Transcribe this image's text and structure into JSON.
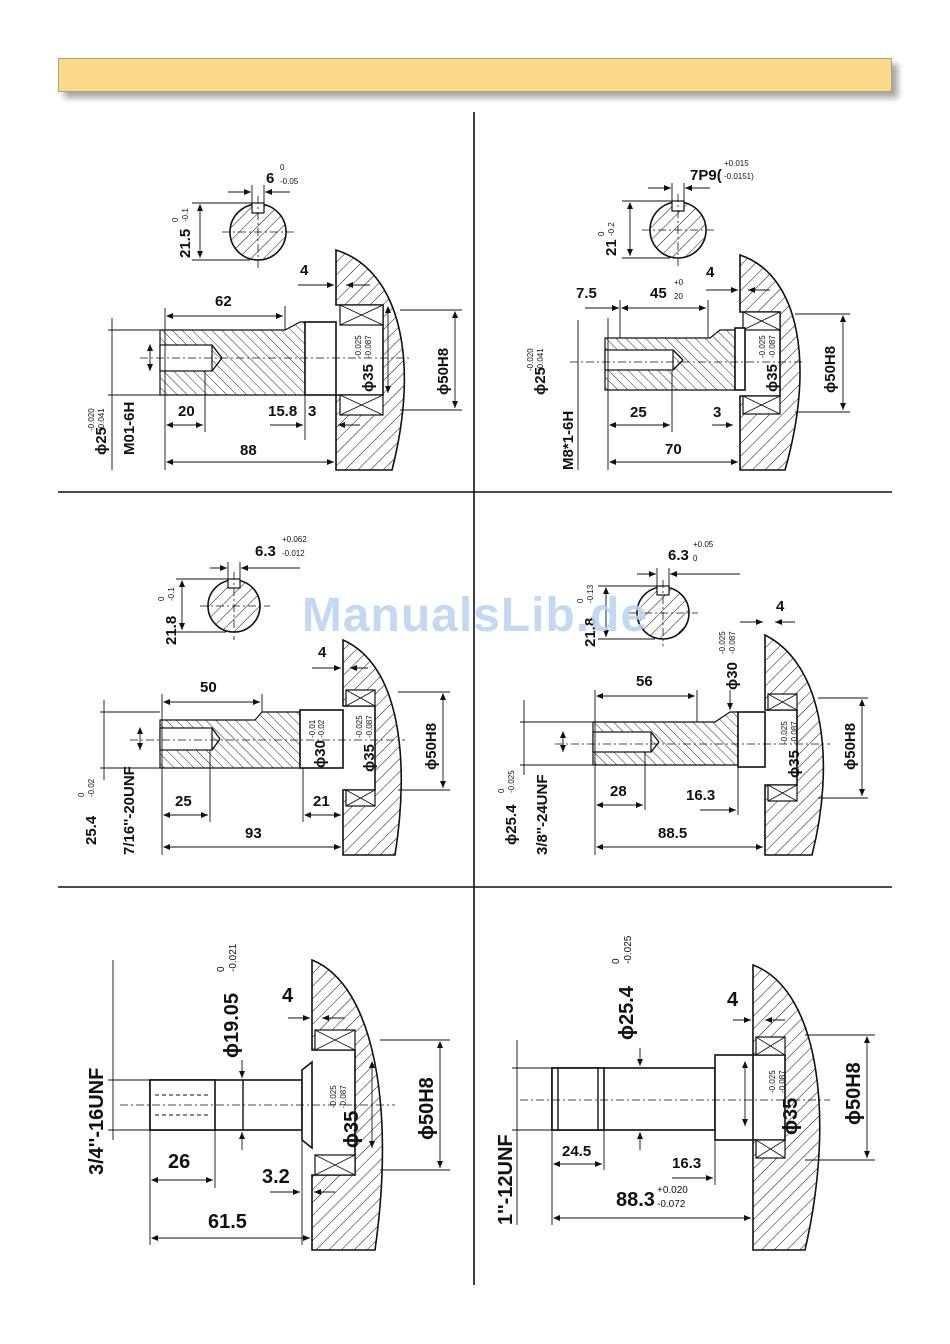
{
  "watermark": "ManualsLib.de",
  "panels": {
    "p1": {
      "key_width": "6",
      "key_width_tol_top": "0",
      "key_width_tol_bot": "-0.05",
      "key_depth": "21.5",
      "key_depth_tol_top": "0",
      "key_depth_tol_bot": "-0.1",
      "d62": "62",
      "d4": "4",
      "d20": "20",
      "d158": "15.8",
      "d3": "3",
      "d88": "88",
      "shaft_dia": "ϕ25",
      "shaft_dia_tol_top": "-0.020",
      "shaft_dia_tol_bot": "-0.041",
      "thread": "M01-6H",
      "bore": "ϕ35",
      "bore_tol_top": "-0.025",
      "bore_tol_bot": "-0.087",
      "housing": "ϕ50H8"
    },
    "p2": {
      "key_fit": "7P9(",
      "key_fit_tol_top": "+0.015",
      "key_fit_tol_bot": "-0.0151)",
      "key_depth": "21",
      "key_depth_tol_top": "0",
      "key_depth_tol_bot": "-0.2",
      "d75": "7.5",
      "d45": "45",
      "d45_tol_top": "+0",
      "d45_tol_bot": "20",
      "d4": "4",
      "d25": "25",
      "d3": "3",
      "d70": "70",
      "shaft_dia": "ϕ25",
      "shaft_dia_tol_top": "-0.020",
      "shaft_dia_tol_bot": "-0.041",
      "thread": "M8*1-6H",
      "bore": "ϕ35",
      "bore_tol_top": "-0.025",
      "bore_tol_bot": "-0.087",
      "housing": "ϕ50H8"
    },
    "p3": {
      "key_width": "6.3",
      "key_width_tol_top": "+0.062",
      "key_width_tol_bot": "-0.012",
      "key_depth": "21.8",
      "key_depth_tol_top": "0",
      "key_depth_tol_bot": "-0.1",
      "d50": "50",
      "d4": "4",
      "d25": "25",
      "d21": "21",
      "d93": "93",
      "neck": "ϕ30",
      "neck_tol_top": "-0.01",
      "neck_tol_bot": "-0.02",
      "shaft_dia": "25.4",
      "shaft_dia_tol_top": "0",
      "shaft_dia_tol_bot": "-0.02",
      "thread": "7/16''-20UNF",
      "bore": "ϕ35",
      "bore_tol_top": "-0.025",
      "bore_tol_bot": "-0.087",
      "housing": "ϕ50H8"
    },
    "p4": {
      "key_width": "6.3",
      "key_width_tol_top": "+0.05",
      "key_width_tol_bot": "0",
      "key_depth": "21.8",
      "key_depth_tol_top": "0",
      "key_depth_tol_bot": "-0.13",
      "d4": "4",
      "d56": "56",
      "d28": "28",
      "d163": "16.3",
      "d885": "88.5",
      "neck": "ϕ30",
      "neck_tol_top": "-0.025",
      "neck_tol_bot": "-0.087",
      "shaft_dia": "ϕ25.4",
      "shaft_dia_tol_top": "0",
      "shaft_dia_tol_bot": "-0.025",
      "thread": "3/8''-24UNF",
      "bore": "ϕ35",
      "bore_tol_top": "-0.025",
      "bore_tol_bot": "-0.087",
      "housing": "ϕ50H8"
    },
    "p5": {
      "shaft_dia": "ϕ19.05",
      "shaft_dia_tol_top": "0",
      "shaft_dia_tol_bot": "-0.021",
      "d4": "4",
      "d26": "26",
      "d32": "3.2",
      "d615": "61.5",
      "thread": "3/4''-16UNF",
      "bore": "ϕ35",
      "bore_tol_top": "-0.025",
      "bore_tol_bot": "-0.087",
      "housing": "ϕ50H8"
    },
    "p6": {
      "shaft_dia": "ϕ25.4",
      "shaft_dia_tol_top": "0",
      "shaft_dia_tol_bot": "-0.025",
      "d4": "4",
      "d245": "24.5",
      "d163": "16.3",
      "d883": "88.3",
      "d883_tol_top": "+0.020",
      "d883_tol_bot": "-0.072",
      "thread": "1''-12UNF",
      "bore": "ϕ35",
      "bore_tol_top": "-0.025",
      "bore_tol_bot": "-0.087",
      "housing": "ϕ50H8"
    }
  }
}
